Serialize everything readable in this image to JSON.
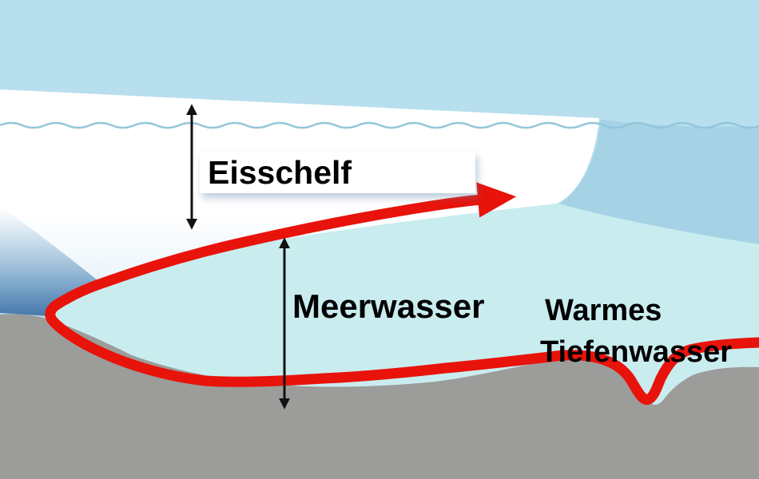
{
  "diagram": {
    "subject": "ice-shelf-ocean-circulation-schematic",
    "labels": {
      "ice_shelf": "Eisschelf",
      "sea_water": "Meerwasser",
      "warm_deep_water_line1": "Warmes",
      "warm_deep_water_line2": "Tiefenwasser"
    },
    "colors": {
      "sky_blue": "#b7dfee",
      "open_water_blue": "#a6d2e6",
      "cavity_water_cyan": "#c9ecef",
      "ice_white": "#ffffff",
      "deep_ice_blue": "#3b70a5",
      "seafloor_gray": "#9c9c9a",
      "current_arrow_red": "#e8130b",
      "measure_arrow_black": "#111111",
      "sea_level_line_blue": "#93c6db",
      "label_text": "#000000"
    },
    "icons": {
      "warm_current_arrow": "red-flow-arrow",
      "ice_thickness_arrow": "double-headed-vertical-arrow",
      "water_depth_arrow": "double-headed-vertical-arrow"
    }
  }
}
